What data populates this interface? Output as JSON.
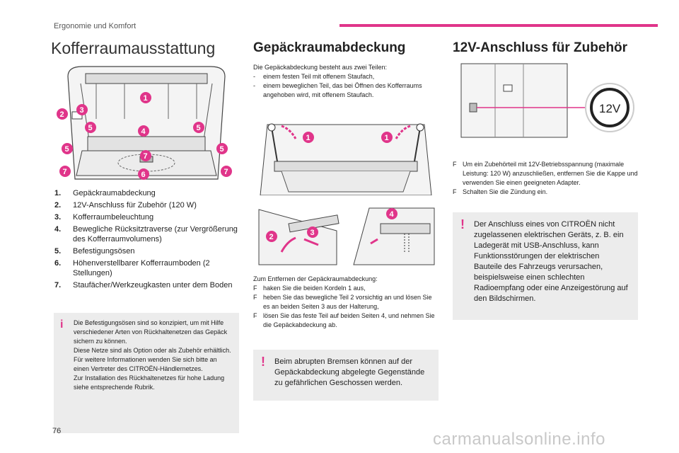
{
  "header": {
    "section": "Ergonomie und Komfort",
    "accent": "#e0358a"
  },
  "page_title": "Kofferraumausstattung",
  "col1": {
    "items": [
      {
        "num": "1.",
        "text": "Gepäckraumabdeckung"
      },
      {
        "num": "2.",
        "text": "12V-Anschluss für Zubehör (120 W)"
      },
      {
        "num": "3.",
        "text": "Kofferraumbeleuchtung"
      },
      {
        "num": "4.",
        "text": "Bewegliche Rücksitztraverse (zur Vergrößerung des Kofferraumvolumens)"
      },
      {
        "num": "5.",
        "text": "Befestigungsösen"
      },
      {
        "num": "6.",
        "text": "Höhenverstellbarer Kofferraumboden (2 Stellungen)"
      },
      {
        "num": "7.",
        "text": "Staufächer/Werkzeugkasten unter dem Boden"
      }
    ],
    "info": [
      "Die Befestigungsösen sind so konzipiert, um mit Hilfe verschiedener Arten von Rückhaltenetzen das Gepäck sichern zu können.",
      "Diese Netze sind als Option oder als Zubehör erhältlich.",
      "Für weitere Informationen wenden Sie sich bitte an einen Vertreter des CITROËN-Händlernetzes.",
      "Zur Installation des Rückhaltenetzes für hohe Ladung siehe entsprechende Rubrik."
    ],
    "info_mark": "i"
  },
  "col2": {
    "title": "Gepäckraumabdeckung",
    "intro": "Die Gepäckabdeckung besteht aus zwei Teilen:",
    "parts": [
      {
        "bullet": "-",
        "text": "einem festen Teil mit offenem Staufach,"
      },
      {
        "bullet": "-",
        "text": "einem beweglichen Teil, das bei Öffnen des Kofferraums angehoben wird, mit offenem Staufach."
      }
    ],
    "removal_intro": "Zum Entfernen der Gepäckraumabdeckung:",
    "steps": [
      {
        "bullet": "F",
        "text": "haken Sie die beiden Kordeln 1 aus,"
      },
      {
        "bullet": "F",
        "text": "heben Sie das bewegliche Teil 2 vorsichtig an und lösen Sie es an beiden Seiten 3 aus der Halterung,"
      },
      {
        "bullet": "F",
        "text": "lösen Sie das feste Teil auf beiden Seiten 4, und nehmen Sie die Gepäckabdeckung ab."
      }
    ],
    "warning": "Beim abrupten Bremsen können auf der Gepäckabdeckung abgelegte Gegenstände zu gefährlichen Geschossen werden.",
    "warn_mark": "!"
  },
  "col3": {
    "title": "12V-Anschluss für Zubehör",
    "socket_label": "12V",
    "steps": [
      {
        "bullet": "F",
        "text": "Um ein Zubehörteil mit 12V-Betriebsspannung (maximale Leistung: 120 W) anzuschließen, entfernen Sie die Kappe und verwenden Sie einen geeigneten Adapter."
      },
      {
        "bullet": "F",
        "text": "Schalten Sie die Zündung ein."
      }
    ],
    "warning": "Der Anschluss eines von CITROËN nicht zugelassenen elektrischen Geräts, z. B. ein Ladegerät mit USB-Anschluss, kann Funktionsstörungen der elektrischen Bauteile des Fahrzeugs verursachen, beispielsweise einen schlechten Radioempfang oder eine Anzeigestörung auf den Bildschirmen.",
    "warn_mark": "!"
  },
  "footer": {
    "page_number": "76",
    "watermark": "carmanualsonline.info"
  }
}
